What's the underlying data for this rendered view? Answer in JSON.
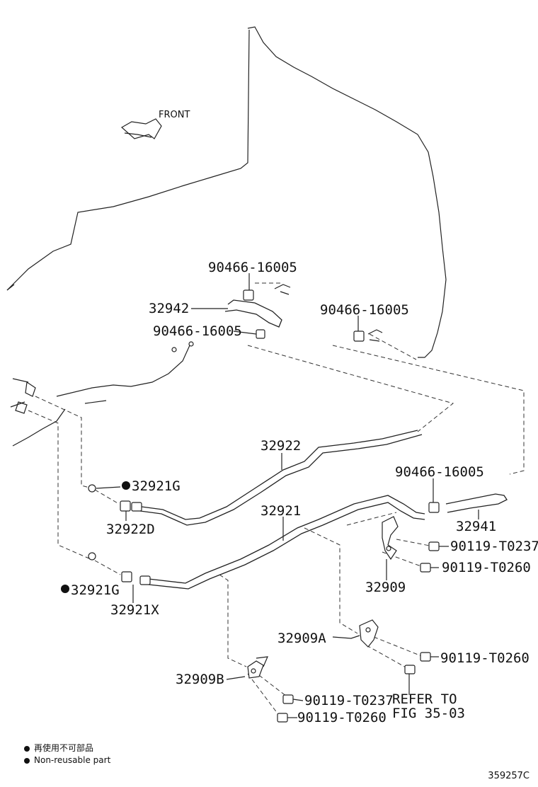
{
  "front_label": "FRONT",
  "parts": {
    "clamp_top": "90466-16005",
    "clamp_mid": "90466-16005",
    "clamp_right": "90466-16005",
    "clamp_lower": "90466-16005",
    "hose_upper": "32942",
    "pipe_upper": "32922",
    "pipe_lower": "32921",
    "hose_lower": "32941",
    "gasket_upper": "32921G",
    "gasket_lower": "32921G",
    "union_upper": "32922D",
    "union_lower": "32921X",
    "bracket_right": "32909",
    "bracket_mid": "32909A",
    "bracket_left": "32909B",
    "bolt_1": "90119-T0237",
    "bolt_2": "90119-T0260",
    "bolt_3": "90119-T0260",
    "bolt_4": "90119-T0237",
    "bolt_5": "90119-T0260",
    "refer_line1": "REFER TO",
    "refer_line2": "FIG 35-03"
  },
  "legend": {
    "jp": "再使用不可部品",
    "en": "Non-reusable part"
  },
  "diagram_code": "359257C"
}
